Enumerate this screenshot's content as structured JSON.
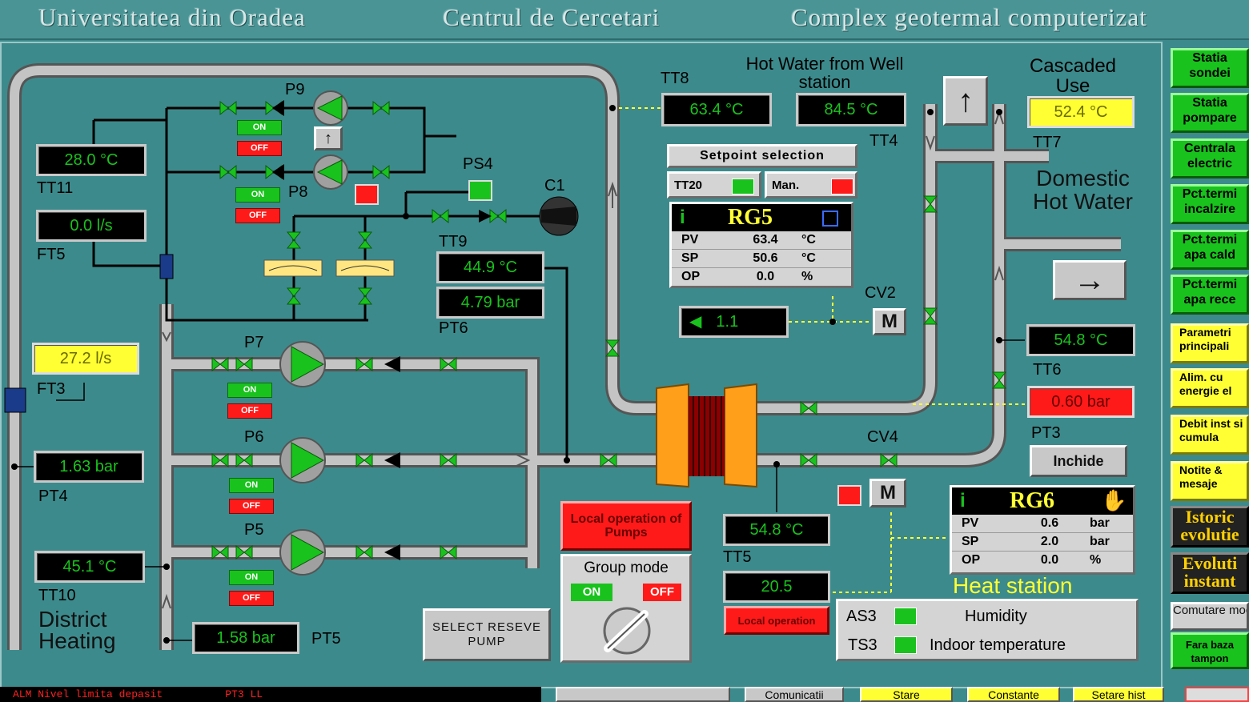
{
  "header": {
    "left": "Universitatea din Oradea",
    "center": "Centrul de Cercetari",
    "right": "Complex geotermal computerizat"
  },
  "sensors": {
    "tt8": {
      "label": "TT8",
      "value": "63.4 °C"
    },
    "tt4": {
      "label": "TT4",
      "value": "84.5 °C"
    },
    "tt7": {
      "label": "TT7",
      "value": "52.4 °C"
    },
    "tt11": {
      "label": "TT11",
      "value": "28.0 °C"
    },
    "ft5": {
      "label": "FT5",
      "value": "0.0 l/s"
    },
    "ft3": {
      "label": "FT3",
      "value": "27.2 l/s"
    },
    "pt4": {
      "label": "PT4",
      "value": "1.63 bar"
    },
    "tt10": {
      "label": "TT10",
      "value": "45.1 °C"
    },
    "pt5": {
      "label": "PT5",
      "value": "1.58 bar"
    },
    "tt9": {
      "label": "TT9",
      "value": "44.9 °C"
    },
    "pt6": {
      "label": "PT6",
      "value": "4.79 bar"
    },
    "tt6": {
      "label": "TT6",
      "value": "54.8 °C"
    },
    "pt3": {
      "label": "PT3",
      "value": "0.60 bar"
    },
    "tt5": {
      "label": "TT5",
      "value": "54.8 °C"
    },
    "tt5b": {
      "value": "20.5"
    },
    "cv2_out": {
      "value": "1.1"
    }
  },
  "labels": {
    "hot_water": "Hot Water from Well station",
    "cascaded": "Cascaded Use",
    "domestic": "Domestic Hot Water",
    "district": "District Heating",
    "heat_station": "Heat station",
    "p9": "P9",
    "p8": "P8",
    "p7": "P7",
    "p6": "P6",
    "p5": "P5",
    "ps4": "PS4",
    "c1": "C1",
    "cv2": "CV2",
    "cv4": "CV4",
    "on": "ON",
    "off": "OFF"
  },
  "setpoint": {
    "title": "Setpoint selection",
    "opt1": "TT20",
    "opt2": "Man."
  },
  "rg5": {
    "name": "RG5",
    "rows": [
      {
        "k": "PV",
        "v": "63.4",
        "u": "°C"
      },
      {
        "k": "SP",
        "v": "50.6",
        "u": "°C"
      },
      {
        "k": "OP",
        "v": "0.0",
        "u": "%"
      }
    ]
  },
  "rg6": {
    "name": "RG6",
    "rows": [
      {
        "k": "PV",
        "v": "0.6",
        "u": "bar"
      },
      {
        "k": "SP",
        "v": "2.0",
        "u": "bar"
      },
      {
        "k": "OP",
        "v": "0.0",
        "u": "%"
      }
    ]
  },
  "buttons": {
    "inchide": "Inchide",
    "select_reserve": "SELECT RESEVE PUMP",
    "local_pumps": "Local operation of Pumps",
    "local_op": "Local operation",
    "group_mode": "Group mode",
    "group_on": "ON",
    "group_off": "OFF"
  },
  "status_panel": {
    "as3": "AS3",
    "humidity": "Humidity",
    "ts3": "TS3",
    "indoor": "Indoor temperature"
  },
  "sidebar": [
    {
      "label": "Statia sondei",
      "style": "g"
    },
    {
      "label": "Statia pompare",
      "style": "g"
    },
    {
      "label": "Centrala electric",
      "style": "g"
    },
    {
      "label": "Pct.termi incalzire",
      "style": "g"
    },
    {
      "label": "Pct.termi apa cald",
      "style": "g"
    },
    {
      "label": "Pct.termi apa rece",
      "style": "g"
    },
    {
      "label": "Parametri principali",
      "style": "y"
    },
    {
      "label": "Alim. cu energie el",
      "style": "y"
    },
    {
      "label": "Debit inst si cumula",
      "style": "y"
    },
    {
      "label": "Notite & mesaje",
      "style": "y"
    },
    {
      "label": "Istoric evolutie",
      "style": "dk"
    },
    {
      "label": "Evoluti instant",
      "style": "dk"
    }
  ],
  "comutare": {
    "title": "Comutare mod",
    "sub": "Fara baza tampon"
  },
  "bottom": {
    "alarm": "ALM Nivel limita depasit          PT3 LL",
    "b1": "Comunicatii",
    "b2": "Stare",
    "b3": "Constante",
    "b4": "Setare hist"
  }
}
